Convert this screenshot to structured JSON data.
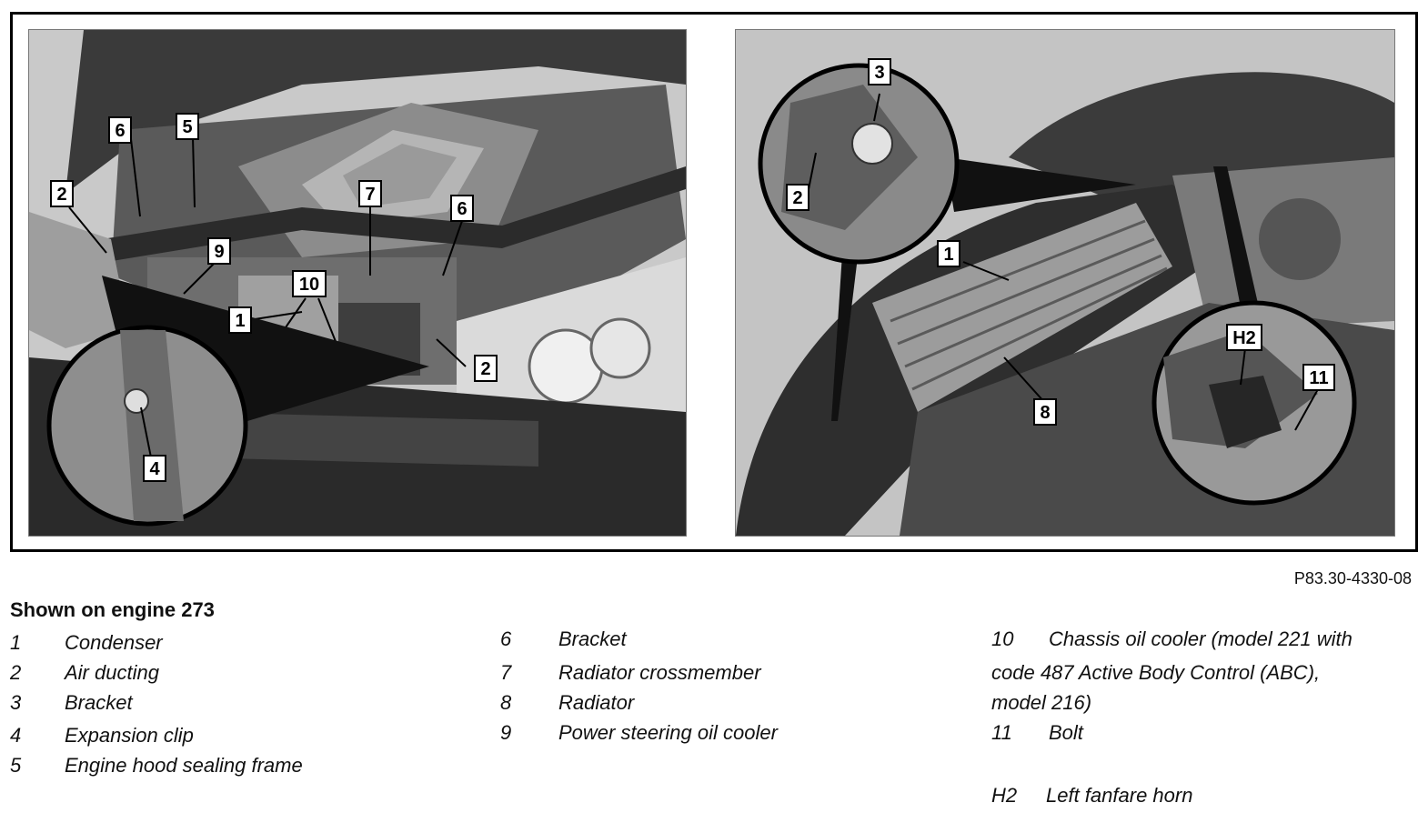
{
  "figure_ref": "P83.30-4330-08",
  "title": "Shown on engine 273",
  "callouts_left": [
    "6",
    "5",
    "2",
    "7",
    "6",
    "9",
    "10",
    "1",
    "2",
    "4"
  ],
  "callouts_right": [
    "3",
    "2",
    "1",
    "8",
    "H2",
    "11"
  ],
  "legend": {
    "col1": [
      {
        "num": "1",
        "text": "Condenser"
      },
      {
        "num": "2",
        "text": "Air ducting"
      },
      {
        "num": "3",
        "text": "Bracket"
      },
      {
        "num": "4",
        "text": "Expansion clip"
      },
      {
        "num": "5",
        "text": "Engine hood sealing frame"
      }
    ],
    "col2": [
      {
        "num": "6",
        "text": "Bracket"
      },
      {
        "num": "7",
        "text": "Radiator crossmember"
      },
      {
        "num": "8",
        "text": "Radiator"
      },
      {
        "num": "9",
        "text": "Power steering oil cooler"
      }
    ],
    "col3": {
      "item10_num": "10",
      "item10_text_line1": "Chassis oil cooler (model 221 with",
      "item10_text_line2": "code 487 Active Body Control (ABC),",
      "item10_text_line3": "model 216)",
      "item11_num": "11",
      "item11_text": "Bolt",
      "h2_num": "H2",
      "h2_text": "Left fanfare horn"
    }
  }
}
